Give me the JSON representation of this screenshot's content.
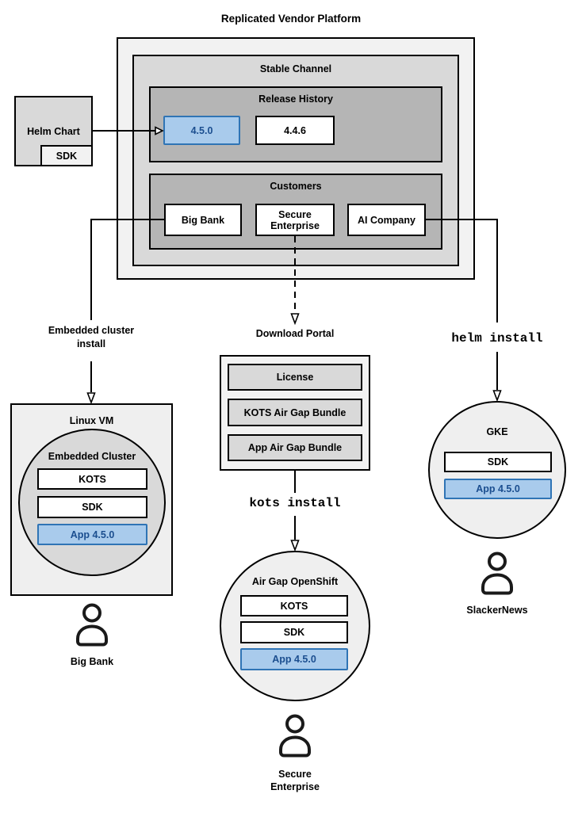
{
  "diagram_title": "Replicated Vendor Platform",
  "colors": {
    "highlight_fill": "#a9cbec",
    "highlight_border": "#2f74b5",
    "highlight_text": "#1b4e8f",
    "surface_light": "#f2f2f2",
    "surface_mid": "#d9d9d9",
    "surface_dark": "#b5b5b5",
    "line": "#000000"
  },
  "platform": {
    "stable_channel": {
      "title": "Stable Channel",
      "release_history": {
        "title": "Release History",
        "releases": [
          {
            "version": "4.5.0",
            "highlighted": true
          },
          {
            "version": "4.4.6",
            "highlighted": false
          }
        ]
      },
      "customers": {
        "title": "Customers",
        "items": [
          {
            "name": "Big Bank"
          },
          {
            "name": "Secure Enterprise"
          },
          {
            "name": "AI Company"
          }
        ]
      }
    }
  },
  "helm_chart": {
    "title": "Helm Chart",
    "sdk": "SDK"
  },
  "flows": {
    "big_bank": {
      "install_label": {
        "line1": "Embedded cluster",
        "line2": "install"
      },
      "environment": {
        "title": "Linux VM",
        "cluster": {
          "title": "Embedded Cluster",
          "components": [
            "KOTS",
            "SDK",
            "App 4.5.0"
          ]
        }
      },
      "user": "Big Bank"
    },
    "secure_enterprise": {
      "download_portal": {
        "title": "Download Portal",
        "items": [
          "License",
          "KOTS Air Gap Bundle",
          "App Air Gap Bundle"
        ]
      },
      "install_label": "kots install",
      "environment": {
        "title": "Air Gap OpenShift",
        "components": [
          "KOTS",
          "SDK",
          "App 4.5.0"
        ]
      },
      "user": {
        "line1": "Secure",
        "line2": "Enterprise"
      }
    },
    "ai_company": {
      "install_label": "helm install",
      "environment": {
        "title": "GKE",
        "components": [
          "SDK",
          "App 4.5.0"
        ]
      },
      "user": "SlackerNews"
    }
  }
}
